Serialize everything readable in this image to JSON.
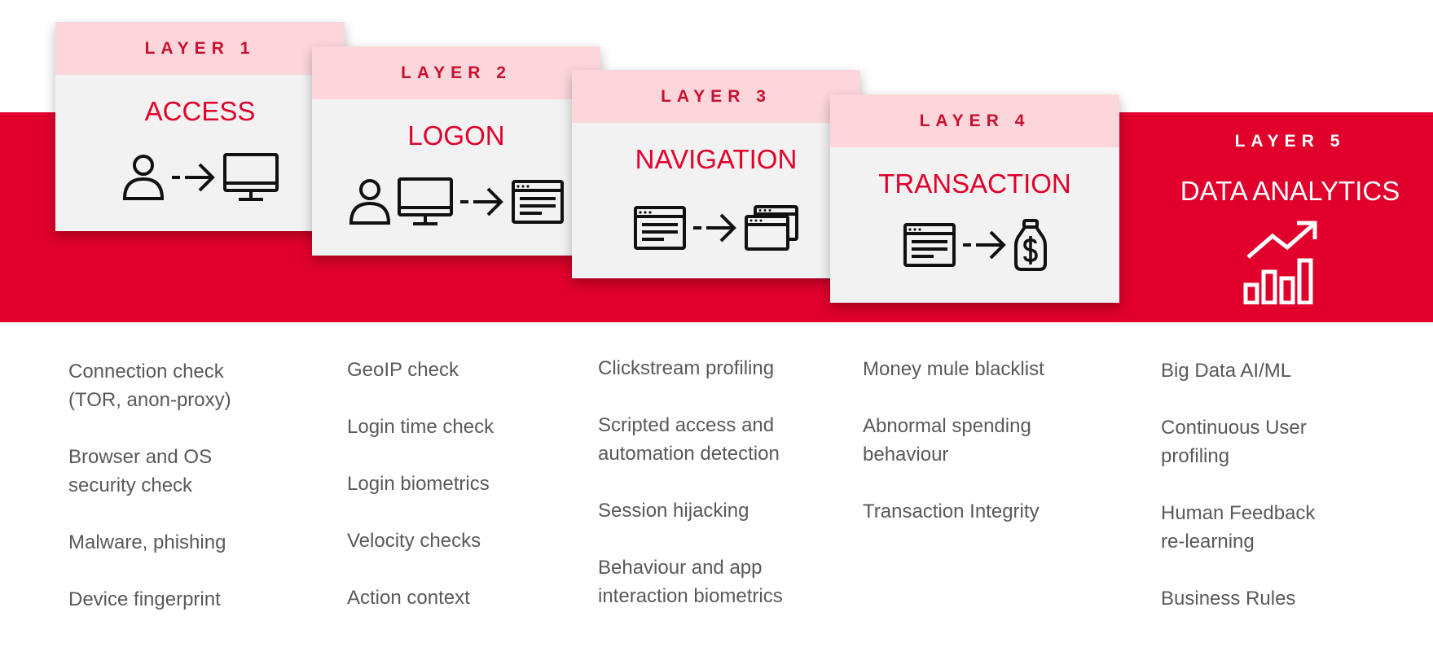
{
  "layers": [
    {
      "label": "LAYER 1",
      "title": "ACCESS",
      "icons": [
        "user-icon",
        "arrow-right-icon",
        "monitor-icon"
      ]
    },
    {
      "label": "LAYER 2",
      "title": "LOGON",
      "icons": [
        "user-icon",
        "monitor-icon",
        "arrow-right-icon",
        "browser-window-icon"
      ]
    },
    {
      "label": "LAYER 3",
      "title": "NAVIGATION",
      "icons": [
        "browser-window-icon",
        "arrow-right-icon",
        "stacked-windows-icon"
      ]
    },
    {
      "label": "LAYER 4",
      "title": "TRANSACTION",
      "icons": [
        "browser-window-icon",
        "arrow-right-icon",
        "money-bag-icon"
      ]
    },
    {
      "label": "LAYER 5",
      "title": "DATA ANALYTICS",
      "icons": [
        "growth-chart-icon"
      ]
    }
  ],
  "columns": [
    {
      "items": [
        "Connection check\n(TOR, anon-proxy)",
        "Browser and OS\nsecurity check",
        "Malware, phishing",
        "Device fingerprint"
      ]
    },
    {
      "items": [
        "GeoIP check",
        "Login time check",
        "Login biometrics",
        "Velocity checks",
        "Action context"
      ]
    },
    {
      "items": [
        "Clickstream profiling",
        "Scripted access and\nautomation detection",
        "Session hijacking",
        "Behaviour and app\ninteraction biometrics"
      ]
    },
    {
      "items": [
        "Money mule blacklist",
        "Abnormal spending\nbehaviour",
        "Transaction Integrity"
      ]
    },
    {
      "items": [
        "Big Data AI/ML",
        "Continuous User\nprofiling",
        "Human Feedback\nre-learning",
        "Business Rules"
      ]
    }
  ],
  "colors": {
    "accent": "#e0002b",
    "card_header": "#fdd6db",
    "card_body": "#f2f2f2",
    "body_text": "#595959"
  }
}
